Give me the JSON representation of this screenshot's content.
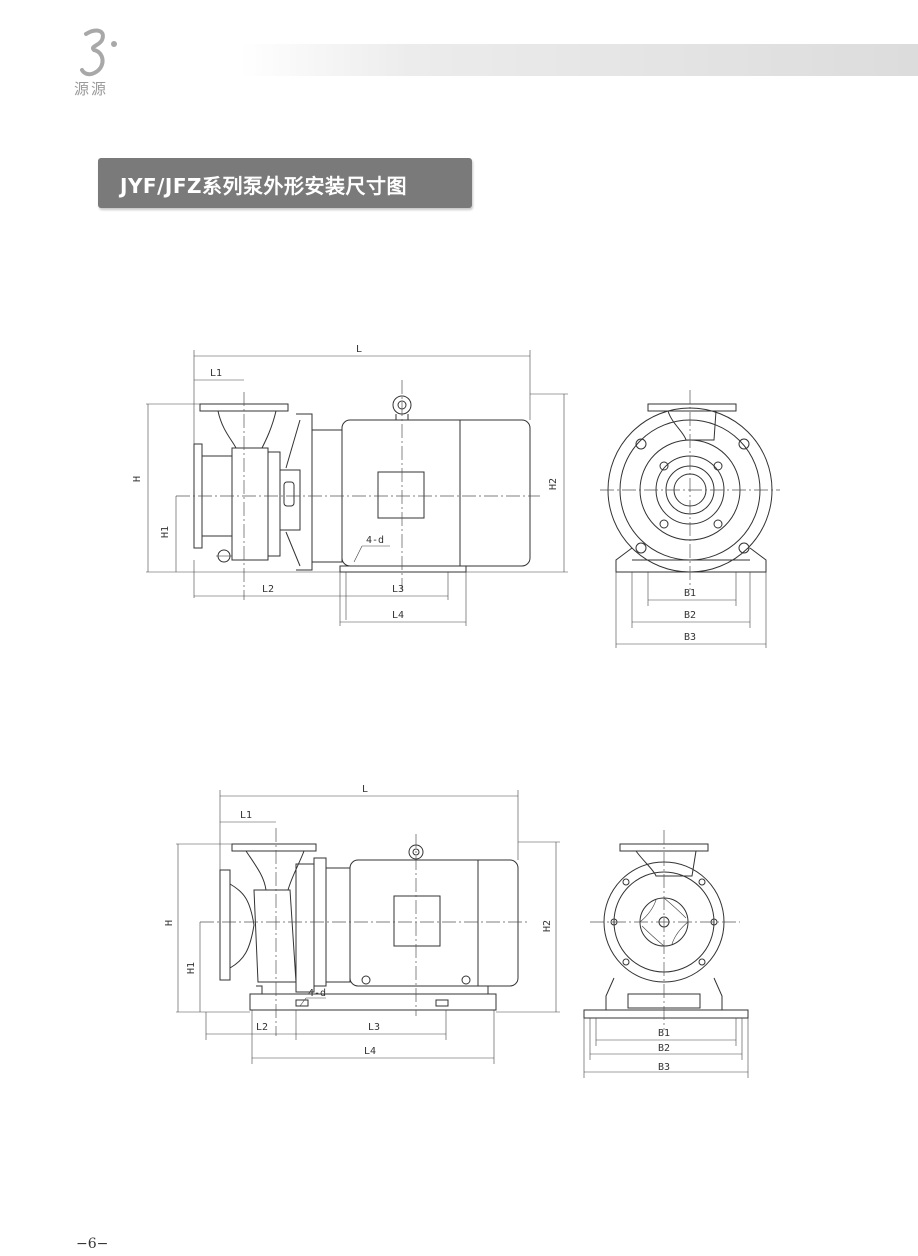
{
  "brand": {
    "logo_text": "源源"
  },
  "title": "JYF/JFZ系列泵外形安装尺寸图",
  "drawing1": {
    "side": {
      "L": "L",
      "L1": "L1",
      "L2": "L2",
      "L3": "L3",
      "L4": "L4",
      "H": "H",
      "H1": "H1",
      "H2": "H2",
      "holes": "4-d"
    },
    "front": {
      "B1": "B1",
      "B2": "B2",
      "B3": "B3"
    }
  },
  "drawing2": {
    "side": {
      "L": "L",
      "L1": "L1",
      "L2": "L2",
      "L3": "L3",
      "L4": "L4",
      "H": "H",
      "H1": "H1",
      "H2": "H2",
      "holes": "4-d"
    },
    "front": {
      "B1": "B1",
      "B2": "B2",
      "B3": "B3"
    }
  },
  "page_number": "−6−"
}
